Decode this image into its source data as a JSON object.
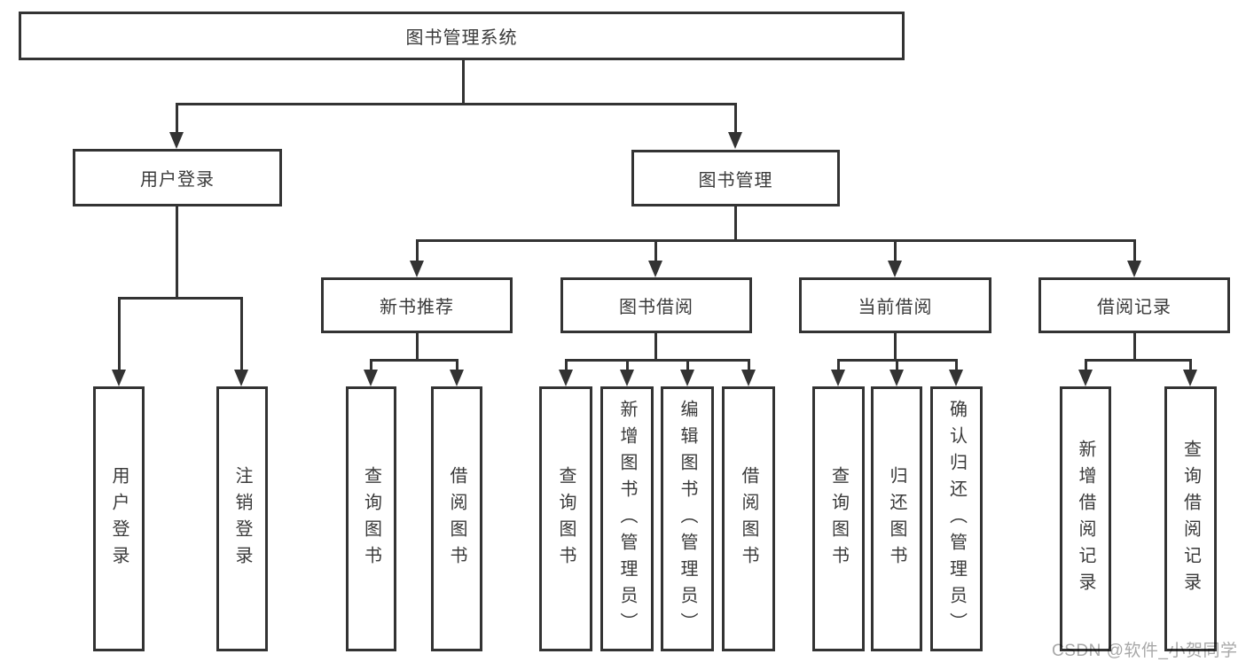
{
  "tree": {
    "root": {
      "label": "图书管理系统"
    },
    "branches": [
      {
        "label": "用户登录",
        "children": [
          {
            "label": "用户登录"
          },
          {
            "label": "注销登录"
          }
        ]
      },
      {
        "label": "图书管理",
        "children": [
          {
            "label": "新书推荐",
            "children": [
              {
                "label": "查询图书"
              },
              {
                "label": "借阅图书"
              }
            ]
          },
          {
            "label": "图书借阅",
            "children": [
              {
                "label": "查询图书"
              },
              {
                "label": "新增图书（管理员）"
              },
              {
                "label": "编辑图书（管理员）"
              },
              {
                "label": "借阅图书"
              }
            ]
          },
          {
            "label": "当前借阅",
            "children": [
              {
                "label": "查询图书"
              },
              {
                "label": "归还图书"
              },
              {
                "label": "确认归还（管理员）"
              }
            ]
          },
          {
            "label": "借阅记录",
            "children": [
              {
                "label": "新增借阅记录"
              },
              {
                "label": "查询借阅记录"
              }
            ]
          }
        ]
      }
    ]
  },
  "watermark": {
    "text": "CSDN @软件_小贺同学",
    "color": "#a8a8a8"
  },
  "colors": {
    "line": "#333333",
    "box_border": "#333333",
    "text": "#3a3a3a",
    "background": "#ffffff"
  }
}
